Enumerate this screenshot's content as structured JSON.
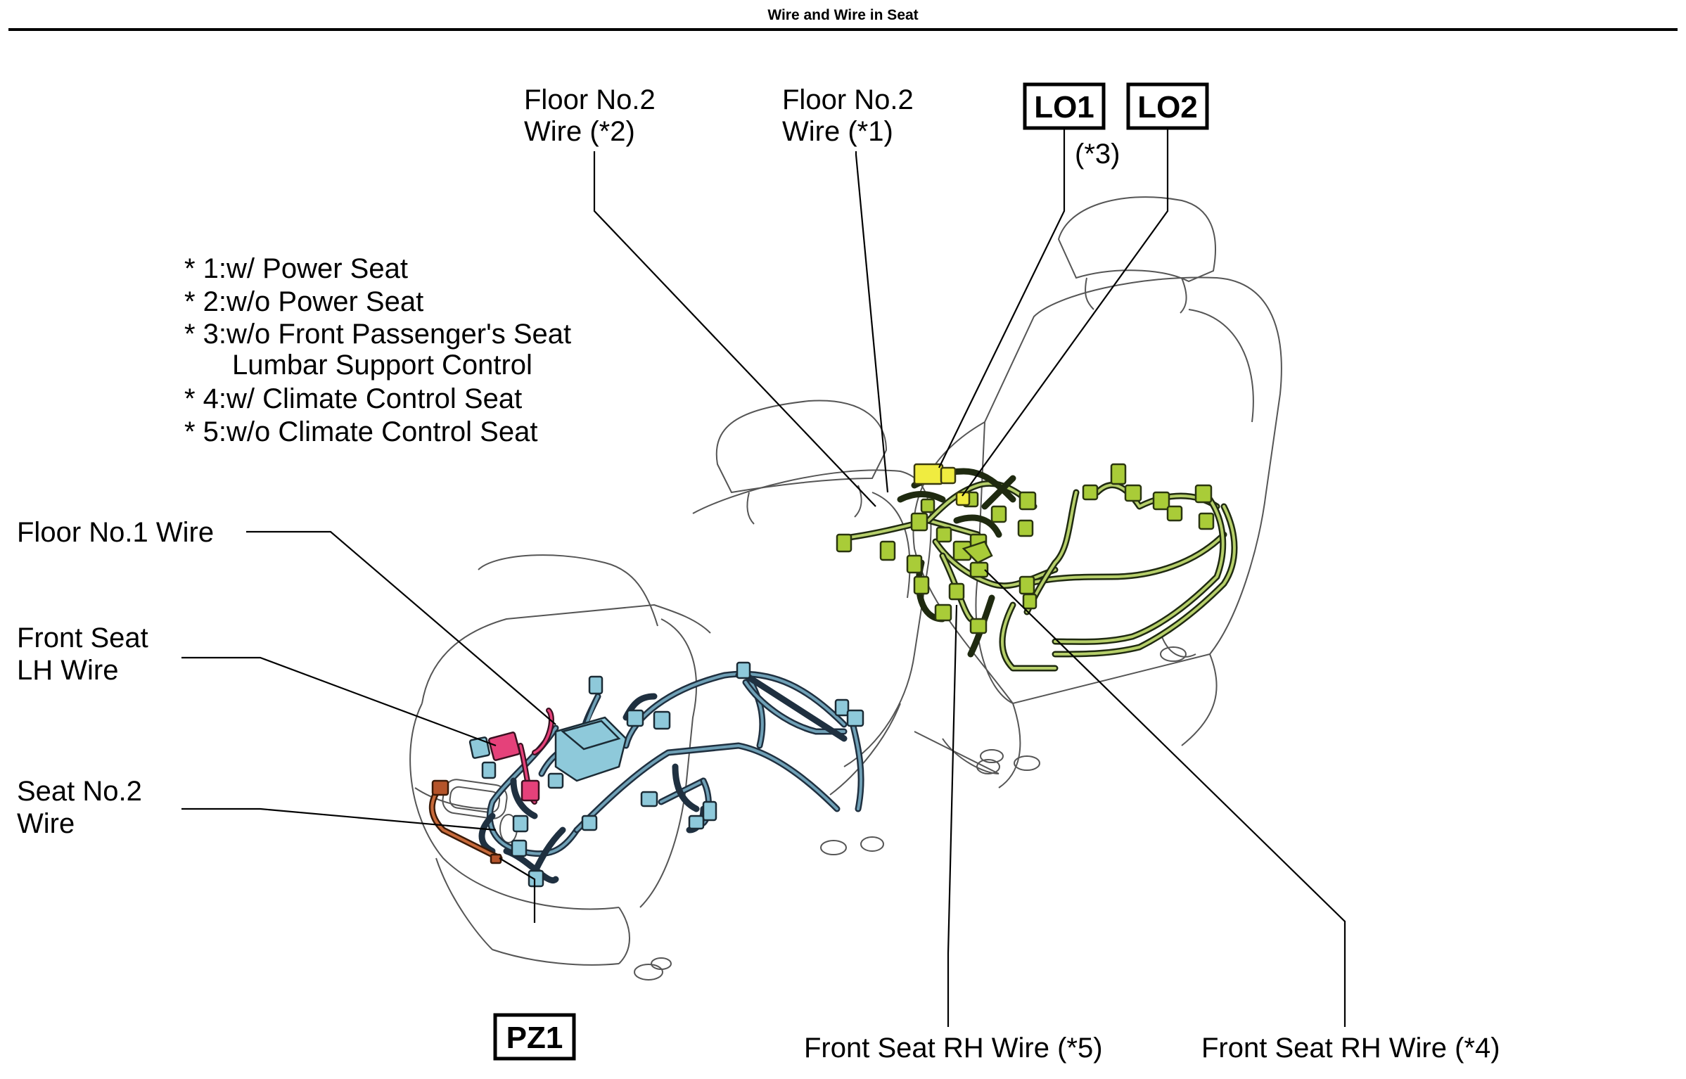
{
  "header": {
    "title": "Wire and Wire in Seat"
  },
  "notes": [
    "* 1:w/ Power Seat",
    "* 2:w/o Power Seat",
    "* 3:w/o Front Passenger's Seat",
    "Lumbar Support Control",
    "* 4:w/ Climate Control Seat",
    "* 5:w/o Climate Control Seat"
  ],
  "labels": {
    "floor2_wire_2": [
      "Floor No.2",
      "Wire (*2)"
    ],
    "floor2_wire_1": [
      "Floor No.2",
      "Wire (*1)"
    ],
    "lo3_note": "(*3)",
    "floor1_wire": "Floor No.1 Wire",
    "front_seat_lh": [
      "Front Seat",
      "LH Wire"
    ],
    "seat_no2": [
      "Seat No.2",
      "Wire"
    ],
    "front_seat_rh_5": "Front Seat RH Wire (*5)",
    "front_seat_rh_4": "Front Seat RH Wire (*4)"
  },
  "connector_tags": {
    "lo1": "LO1",
    "lo2": "LO2",
    "pz1": "PZ1"
  },
  "colors": {
    "lh_harness": "#8ec9da",
    "rh_harness": "#a9cc38",
    "yellow_connector": "#f0ec40",
    "pink_connector": "#e5417a",
    "orange_connector": "#b5542a"
  }
}
